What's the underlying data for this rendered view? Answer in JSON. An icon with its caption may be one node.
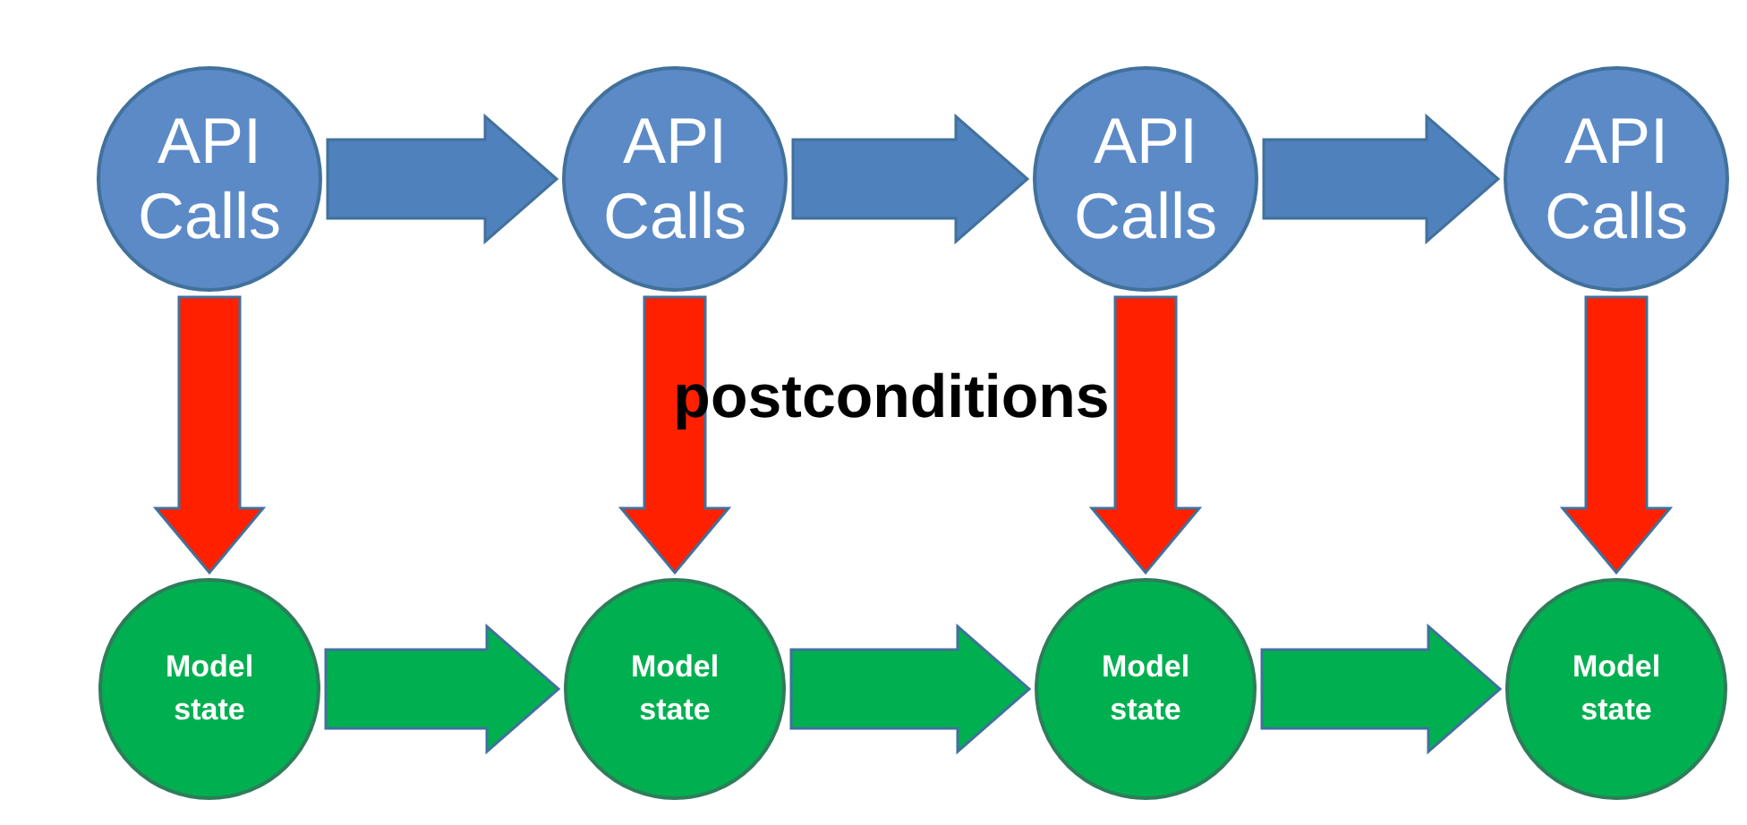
{
  "diagram": {
    "nodes": [
      {
        "text": [
          "API Calls"
        ]
      },
      {
        "text": [
          "API Calls"
        ]
      },
      {
        "text": [
          "API Calls"
        ]
      },
      {
        "text": [
          "API Calls"
        ]
      },
      {
        "text": [
          "Model state"
        ]
      },
      {
        "text": [
          "Model state"
        ]
      },
      {
        "text": [
          "Model state"
        ]
      },
      {
        "text": [
          "Model state"
        ]
      }
    ],
    "edges": [
      {
        "from": 0,
        "to": 1,
        "arrow": "to",
        "style": "thick",
        "color": "#4f81bd"
      },
      {
        "from": 1,
        "to": 2,
        "arrow": "to",
        "style": "thick",
        "color": "#4f81bd"
      },
      {
        "from": 2,
        "to": 3,
        "arrow": "to",
        "style": "thick",
        "color": "#4f81bd"
      },
      {
        "from": 0,
        "to": 4,
        "arrow": "to",
        "style": "thick",
        "color": "#ff2000"
      },
      {
        "from": 1,
        "to": 5,
        "arrow": "to",
        "style": "thick",
        "color": "#ff2000"
      },
      {
        "from": 2,
        "to": 6,
        "arrow": "to",
        "style": "thick",
        "color": "#ff2000"
      },
      {
        "from": 3,
        "to": 7,
        "arrow": "to",
        "style": "thick",
        "color": "#ff2000"
      },
      {
        "from": 4,
        "to": 5,
        "arrow": "to",
        "style": "thick",
        "color": "#00b050"
      },
      {
        "from": 5,
        "to": 6,
        "arrow": "to",
        "style": "thick",
        "color": "#00b050"
      },
      {
        "from": 6,
        "to": 7,
        "arrow": "to",
        "style": "thick",
        "color": "#00b050"
      }
    ],
    "labels": [
      "postconditions"
    ]
  }
}
